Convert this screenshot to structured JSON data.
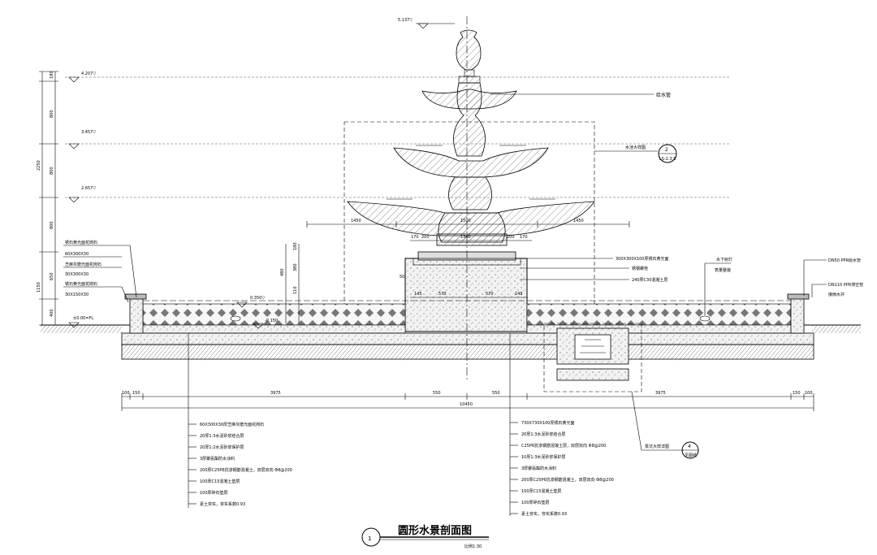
{
  "drawing": {
    "title": "圆形水景剖面图",
    "number": "1",
    "scale": "比例1:30"
  },
  "elevations": {
    "top": "5.137▽",
    "el1": "4.207▽",
    "el2": "3.457▽",
    "el3": "2.657▽",
    "water": "0.350▽",
    "ground": "±0.00=FL",
    "neg": "-0.150"
  },
  "left_dims": [
    "180",
    "800",
    "800",
    "2250",
    "800",
    "650",
    "1150",
    "400"
  ],
  "top_dims": [
    "1450",
    "1500",
    "1450",
    "170",
    "200",
    "1300",
    "200",
    "170"
  ],
  "mid_dims": [
    "145",
    "570",
    "570",
    "145",
    "50",
    "110",
    "480",
    "180",
    "380"
  ],
  "bottom_dims": [
    "100",
    "150",
    "3975",
    "550",
    "550",
    "3975",
    "150",
    "100",
    "10450"
  ],
  "callouts": {
    "top_pipe": "给水管",
    "detail_ref_label": "水池大样图",
    "detail_ref_num": "2",
    "detail_ref_sheet": "LS-2.3.5",
    "bottom_ref_label": "泵坑大样详图",
    "bottom_ref_num": "4",
    "bottom_ref_sheet": "见图纸"
  },
  "left_labels": [
    "锈石黄光面花岗石",
    "60X300X30",
    "芝麻灰磨光面花岗石",
    "30X300X30",
    "锈石黄光面花岗石",
    "30X150X30"
  ],
  "right_labels": [
    "300X300X100厚锈石黄光面",
    "锈钢螺栓",
    "240厚C30混凝土层"
  ],
  "right_far_labels": {
    "pipe1": "DN50 PPR给水管",
    "pipe2": "DN110 PPR排空管",
    "pipe3": "接雨水井",
    "light": "水下射灯",
    "light2": "筑量整装"
  },
  "notes_left": [
    "60X300X30厚芝麻灰磨光面花岗石",
    "20厚1:3水泥砂浆结合层",
    "20厚1:2水泥砂浆保护层",
    "3厚聚氨酯防水涂料",
    "200厚C25P6抗渗钢筋混凝土，双层双向 Φ8@200",
    "100厚C15混凝土垫层",
    "100厚碎石垫层",
    "素土夯实，夯实系数0.93"
  ],
  "notes_right": [
    "730X730X100厚锈石黄光面",
    "20厚1:3水泥砂浆结合层",
    "C25P6抗渗钢筋混凝土层，双层双向 Φ8@200",
    "10厚1:3水泥砂浆保护层",
    "3厚聚氨酯防水涂料",
    "200厚C25P6抗渗钢筋混凝土，双层双向 Φ8@200",
    "100厚C15混凝土垫层",
    "100厚碎石垫层",
    "素土夯实，夯实系数0.93"
  ]
}
